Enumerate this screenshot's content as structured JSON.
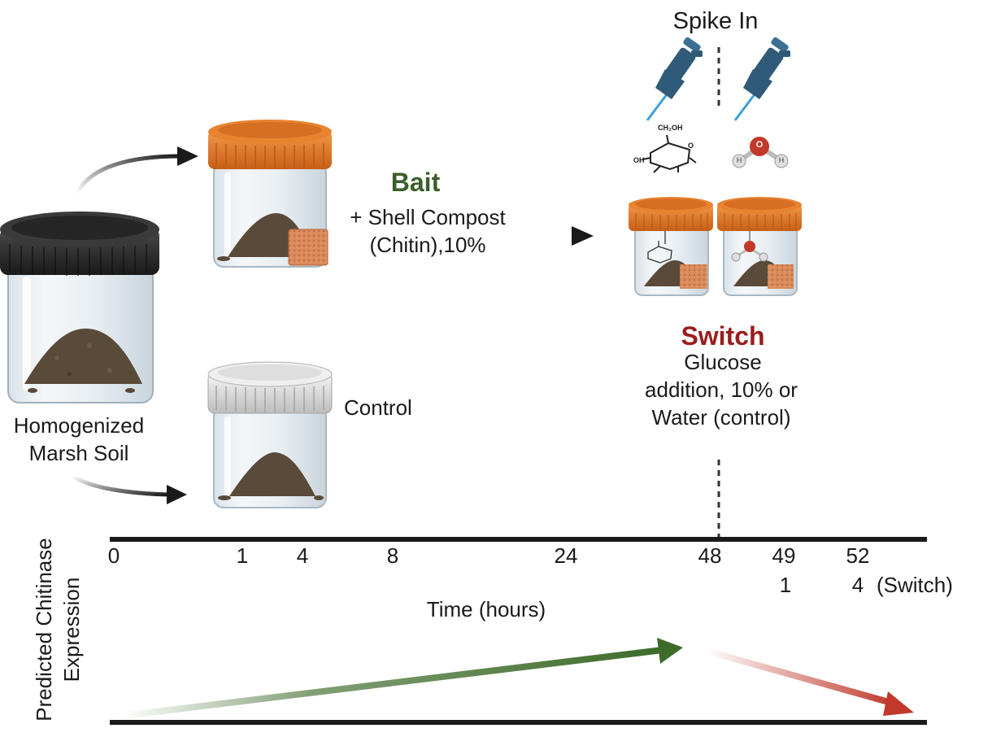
{
  "labels": {
    "spike_in": "Spike In",
    "bait_title": "Bait",
    "bait_line1": "+ Shell Compost",
    "bait_line2": "(Chitin),10%",
    "control": "Control",
    "soil_line1": "Homogenized",
    "soil_line2": "Marsh Soil",
    "switch_title": "Switch",
    "switch_line1": "Glucose",
    "switch_line2": "addition, 10% or",
    "switch_line3": "Water (control)",
    "time_axis": "Time (hours)",
    "expression_line1": "Predicted Chitinase",
    "expression_line2": "Expression",
    "switch_hours_suffix": "(Switch)",
    "glucose_group": "CH₂OH",
    "glucose_oh": "OH",
    "glucose_o": "O",
    "water_o": "O",
    "water_h": "H"
  },
  "timeline": {
    "ticks": [
      "0",
      "1",
      "4",
      "8",
      "24",
      "48",
      "49",
      "52"
    ],
    "switch_ticks": [
      "1",
      "4"
    ]
  },
  "colors": {
    "bait": "#3a5f2a",
    "switch": "#9b1c1c",
    "increase_arrow": "#3d6b2a",
    "decrease_arrow": "#c0392b",
    "orange_lid": "#e0772a",
    "white_lid": "#e4e4e4",
    "black_lid": "#2b2b2b",
    "pipette": "#2f5a78",
    "pipette_tip": "#3ea0d8",
    "soil": "#5a4a3a"
  }
}
